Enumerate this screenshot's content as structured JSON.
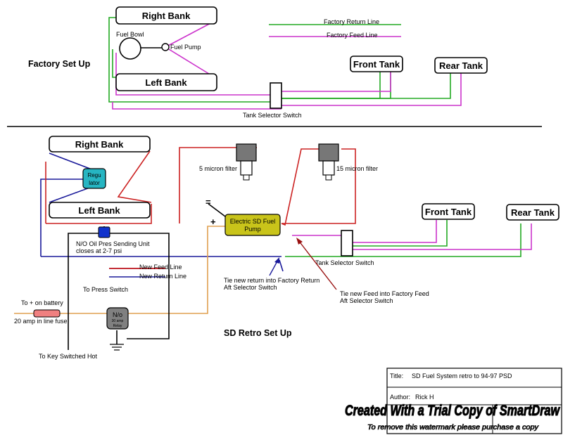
{
  "factory": {
    "section_label": "Factory Set Up",
    "right_bank": "Right Bank",
    "left_bank": "Left Bank",
    "fuel_bowl": "Fuel Bowl",
    "fuel_pump": "Fuel Pump",
    "front_tank": "Front Tank",
    "rear_tank": "Rear Tank",
    "tank_selector": "Tank Selector Switch",
    "legend_return": "Factory Return Line",
    "legend_feed": "Factory Feed Line"
  },
  "retro": {
    "section_label": "SD Retro Set Up",
    "right_bank": "Right Bank",
    "left_bank": "Left Bank",
    "regulator_line1": "Regu",
    "regulator_line2": "lator",
    "filter_5": "5 micron filter",
    "filter_15": "15 micron filter",
    "pump_line1": "Electric SD Fuel",
    "pump_line2": "Pump",
    "pump_minus": "=",
    "pump_plus": "+",
    "front_tank": "Front Tank",
    "rear_tank": "Rear Tank",
    "tank_selector": "Tank Selector Switch",
    "oil_switch_line1": "N/O Oil Pres Sending Unit",
    "oil_switch_line2": "closes at 2-7 psi",
    "legend_feed": "New Feed Line",
    "legend_return": "New Return Line",
    "to_press_switch": "To Press Switch",
    "to_battery": "To + on battery",
    "fuse": "20 amp in line fuse",
    "relay_line1": "N/o",
    "relay_line2": "30 amp",
    "relay_line3": "Relay",
    "to_key": "To Key Switched Hot",
    "return_note_line1": "Tie new return into Factory Return",
    "return_note_line2": "Aft Selector Switch",
    "feed_note_line1": "Tie new Feed into Factory Feed",
    "feed_note_line2": "Aft Selector Switch"
  },
  "title_block": {
    "title_label": "Title:",
    "title_value": "SD Fuel System retro to 94-97 PSD",
    "author_label": "Author:",
    "author_value": "Rick H"
  },
  "watermark": {
    "main": "Created With a Trial Copy of SmartDraw",
    "sub": "To remove this watermark please purchase a copy"
  },
  "colors": {
    "feed": "#cc2222",
    "return": "#1a1a9a",
    "factory_feed": "#cc33cc",
    "factory_return": "#22aa22",
    "wire": "#e0a050",
    "regulator": "#26b5c2",
    "pump": "#c9c41a",
    "fuse": "#f08080",
    "relay": "#808080",
    "filter": "#808080",
    "sending_unit": "#1133cc"
  }
}
